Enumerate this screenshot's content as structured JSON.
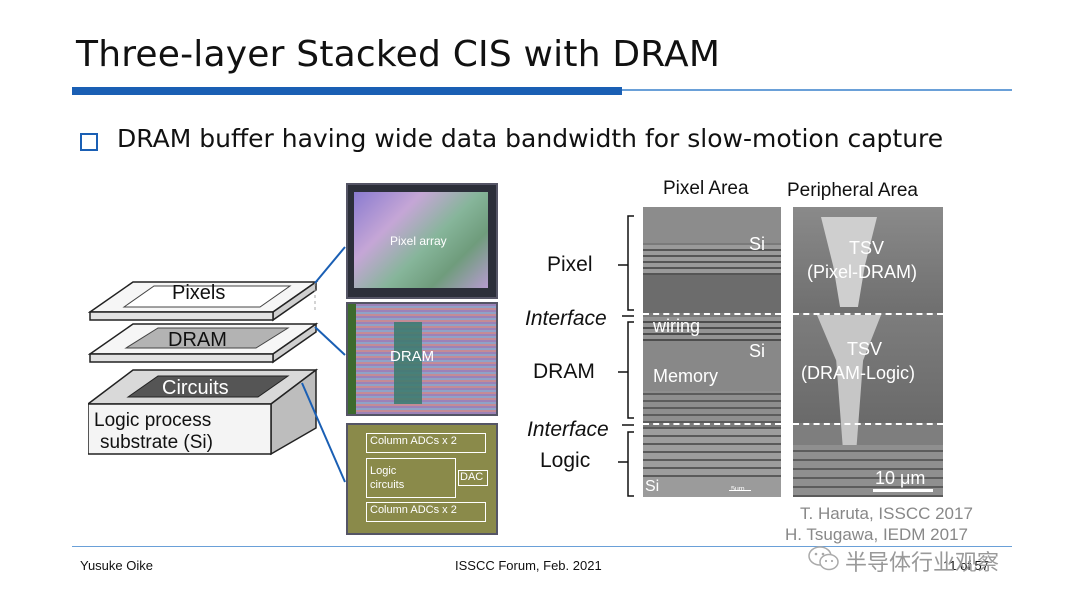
{
  "title": "Three-layer Stacked CIS with DRAM",
  "bullet": "DRAM buffer having wide data bandwidth for slow-motion capture",
  "stack_diagram": {
    "pixels_label": "Pixels",
    "dram_label": "DRAM",
    "circuits_label": "Circuits",
    "substrate_label_line1": "Logic process",
    "substrate_label_line2": "substrate (Si)"
  },
  "chip_photos": {
    "pixel_array_label": "Pixel array",
    "dram_label": "DRAM",
    "adc_top_label": "Column ADCs x 2",
    "logic_label_line1": "Logic",
    "logic_label_line2": "circuits",
    "dac_label": "DAC",
    "adc_bottom_label": "Column ADCs x 2"
  },
  "cross_section": {
    "pixel_area_heading": "Pixel Area",
    "peripheral_area_heading": "Peripheral Area",
    "layer_labels": {
      "pixel": "Pixel",
      "interface_top": "Interface",
      "dram": "DRAM",
      "interface_bottom": "Interface",
      "logic": "Logic"
    },
    "pixel_panel": {
      "si_top": "Si",
      "wiring": "wiring",
      "si_mid": "Si",
      "memory": "Memory",
      "si_bottom": "Si",
      "scale_small": "5um"
    },
    "peripheral_panel": {
      "tsv1_line1": "TSV",
      "tsv1_line2": "(Pixel-DRAM)",
      "tsv2_line1": "TSV",
      "tsv2_line2": "(DRAM-Logic)",
      "scale": "10 μm"
    }
  },
  "references": {
    "ref1": "T. Haruta, ISSCC 2017",
    "ref2": "H. Tsugawa, IEDM 2017"
  },
  "footer": {
    "author": "Yusuke Oike",
    "event": "ISSCC Forum, Feb. 2021",
    "page": "11 of 57"
  },
  "watermark": "半导体行业观察",
  "colors": {
    "accent": "#1a5fb4",
    "accent_light": "#6aa0d8"
  }
}
